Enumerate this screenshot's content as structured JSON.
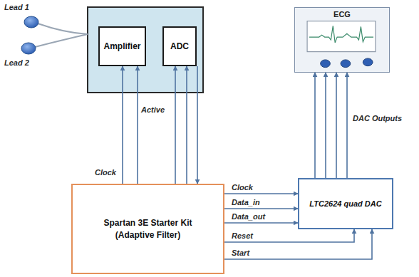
{
  "diagram": {
    "nodes": [
      {
        "text": [
          "Amplifier"
        ]
      },
      {
        "text": [
          "ADC"
        ]
      },
      {
        "text": [
          "ECG"
        ]
      },
      {
        "text": [
          "Spartan 3E Starter Kit (Adaptive Filter)"
        ]
      },
      {
        "text": [
          "LTC2624 quad DAC"
        ]
      }
    ],
    "edges": [
      {
        "from": 3,
        "to": 0,
        "label": "Clock",
        "arrow": "to"
      },
      {
        "from": 3,
        "to": 0,
        "label": "Active",
        "arrow": "to"
      },
      {
        "from": 3,
        "to": 1,
        "arrow": "to"
      },
      {
        "from": 3,
        "to": 1,
        "arrow": "to"
      },
      {
        "from": 1,
        "to": 3,
        "arrow": "to"
      },
      {
        "from": 3,
        "to": 4,
        "label": "Clock",
        "arrow": "to"
      },
      {
        "from": 3,
        "to": 4,
        "label": "Data_in",
        "arrow": "to"
      },
      {
        "from": 3,
        "to": 4,
        "label": "Data_out",
        "arrow": "to"
      },
      {
        "from": 3,
        "to": 4,
        "label": "Reset",
        "arrow": "to"
      },
      {
        "from": 3,
        "to": 4,
        "label": "Start",
        "arrow": "to"
      },
      {
        "from": 4,
        "to": 2,
        "arrow": "to"
      },
      {
        "from": 4,
        "to": 2,
        "arrow": "to"
      },
      {
        "from": 4,
        "to": 2,
        "arrow": "to"
      },
      {
        "from": 4,
        "to": 2,
        "label": "DAC Outputs",
        "arrow": "to"
      }
    ],
    "labels": [
      "Lead 1",
      "Lead 2"
    ]
  }
}
